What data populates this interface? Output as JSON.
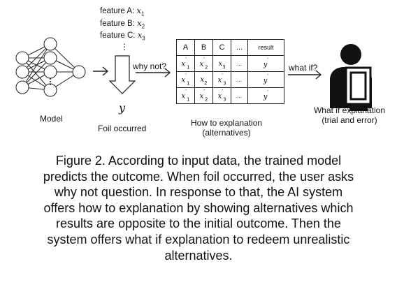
{
  "features": {
    "a": {
      "label": "feature A:",
      "var": "x",
      "sub": "1"
    },
    "b": {
      "label": "feature B:",
      "var": "x",
      "sub": "2"
    },
    "c": {
      "label": "feature C:",
      "var": "x",
      "sub": "3"
    },
    "more": "⋮"
  },
  "model_label": "Model",
  "foil": {
    "symbol": "y",
    "label": "Foil occurred"
  },
  "why_not_label": "why not?",
  "table": {
    "headers": [
      "A",
      "B",
      "C",
      "...",
      "result"
    ],
    "rows": [
      [
        {
          "v": "x",
          "sub": "1",
          "p": true
        },
        {
          "v": "x",
          "sub": "2",
          "p": true
        },
        {
          "v": "x",
          "sub": "3",
          "p": false
        },
        "...",
        {
          "v": "y",
          "p": true
        }
      ],
      [
        {
          "v": "x",
          "sub": "1",
          "p": true
        },
        {
          "v": "x",
          "sub": "2",
          "p": false
        },
        {
          "v": "x",
          "sub": "3",
          "p": true
        },
        "...",
        {
          "v": "y",
          "p": true
        }
      ],
      [
        {
          "v": "x",
          "sub": "1",
          "p": true
        },
        {
          "v": "x",
          "sub": "2",
          "p": true
        },
        {
          "v": "x",
          "sub": "3",
          "p": true
        },
        "...",
        {
          "v": "y",
          "p": true
        }
      ]
    ]
  },
  "how_to": {
    "line1": "How to explanation",
    "line2": "(alternatives)"
  },
  "what_if_label": "what if?",
  "what_if_expl": {
    "line1": "What if explanation",
    "line2": "(trial and error)"
  },
  "caption": [
    "Figure 2. According to input data, the trained model",
    "predicts the outcome. When foil occurred, the user asks",
    "why not question. In response to that, the AI system",
    "offers how to explanation by showing alternatives which",
    "results are opposite to the initial outcome. Then the",
    "system offers what if explanation to redeem unrealistic",
    "alternatives."
  ]
}
